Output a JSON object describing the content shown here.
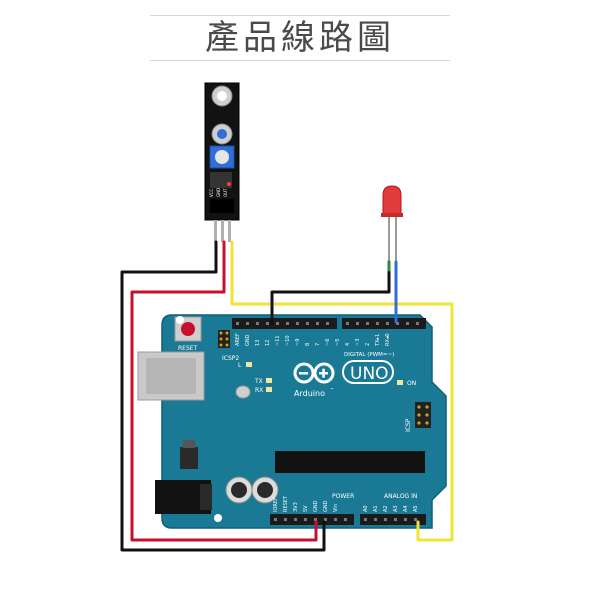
{
  "header": {
    "title": "產品線路圖"
  },
  "board": {
    "brand": "Arduino",
    "brand_tm": "™",
    "model": "UNO",
    "reset_label": "RESET",
    "icsp2_label": "ICSP2",
    "icsp_label": "ICSP",
    "digital_label": "DIGITAL (PWM=~)",
    "power_label": "POWER",
    "analog_label": "ANALOG IN",
    "led_labels": {
      "l": "L",
      "tx": "TX",
      "rx": "RX",
      "on": "ON"
    },
    "aref_gnd": [
      "AREF",
      "GND"
    ],
    "digital_pins": [
      "13",
      "12",
      "~11",
      "~10",
      "~9",
      "8",
      "7",
      "~6",
      "~5",
      "4",
      "~3",
      "2",
      "TX▸1",
      "RX◂0"
    ],
    "power_pins": [
      "IOREF",
      "RESET",
      "3V3",
      "5V",
      "GND",
      "GND",
      "Vin"
    ],
    "analog_pins": [
      "A0",
      "A1",
      "A2",
      "A3",
      "A4",
      "A5"
    ]
  },
  "sensor": {
    "labels": [
      "VCC",
      "GND",
      "OUT"
    ]
  },
  "colors": {
    "board": "#1a7a96",
    "wire_black": "#111111",
    "wire_red": "#c8102e",
    "wire_yellow": "#f2e33a",
    "wire_blue": "#2f6fd6",
    "wire_green": "#2e8b3a",
    "led": "#e23b3b"
  }
}
